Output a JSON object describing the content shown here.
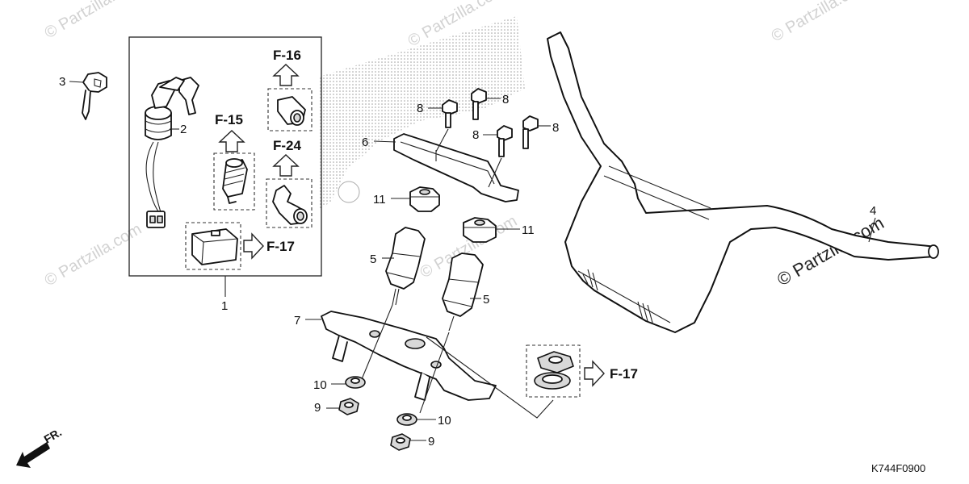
{
  "callouts": [
    "1",
    "2",
    "3",
    "4",
    "5",
    "5",
    "6",
    "7",
    "8",
    "8",
    "8",
    "8",
    "9",
    "9",
    "10",
    "10",
    "11",
    "11"
  ],
  "refs": [
    "F-16",
    "F-15",
    "F-24",
    "F-17",
    "F-17"
  ],
  "direction_label": "FR.",
  "part_code": "K744F0900",
  "watermark": "© Partzilla.com",
  "hatch_color": "#8c8c8c"
}
